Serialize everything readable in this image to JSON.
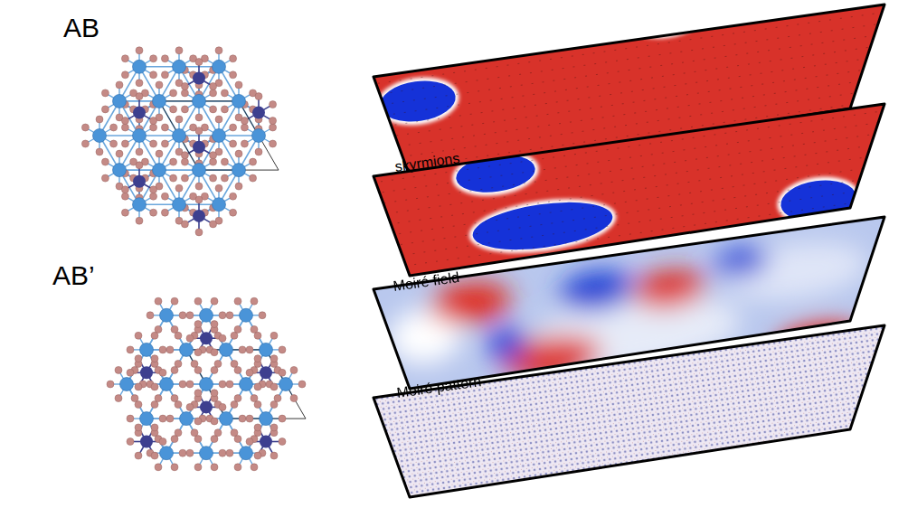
{
  "diagram": {
    "labels": [
      "AB",
      "AB’",
      "skyrmions",
      "Moiré field",
      "Moiré pattern"
    ]
  }
}
